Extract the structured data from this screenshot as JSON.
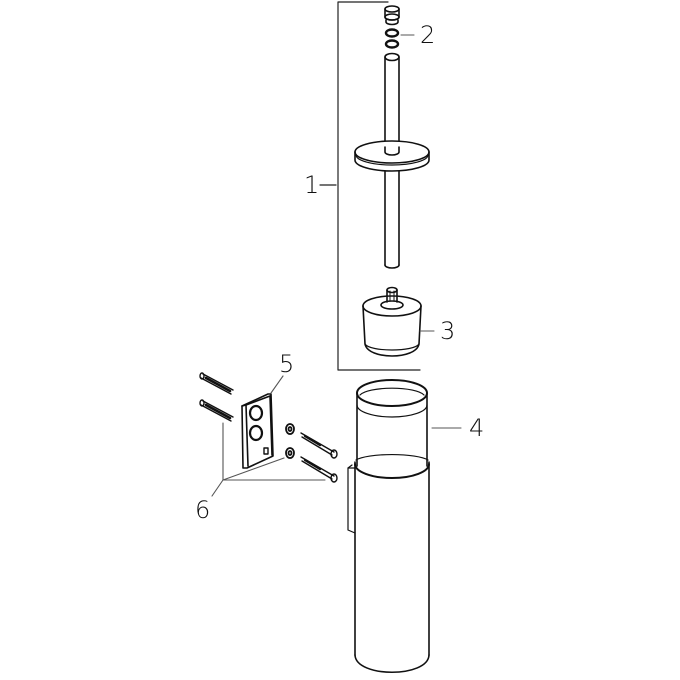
{
  "diagram": {
    "type": "exploded-parts-view",
    "subject": "wall-mounted toilet brush holder",
    "colors": {
      "line": "#111111",
      "background": "#ffffff",
      "leader": "#555555"
    },
    "callouts": [
      {
        "number": "1",
        "part": "brush handle assembly (cap, o-rings, rod, lid disc)"
      },
      {
        "number": "2",
        "part": "cap and o-rings"
      },
      {
        "number": "3",
        "part": "brush head"
      },
      {
        "number": "4",
        "part": "glass insert / container"
      },
      {
        "number": "5",
        "part": "wall mounting plate"
      },
      {
        "number": "6",
        "part": "fixing set (dowels, washers, screws)"
      }
    ]
  }
}
